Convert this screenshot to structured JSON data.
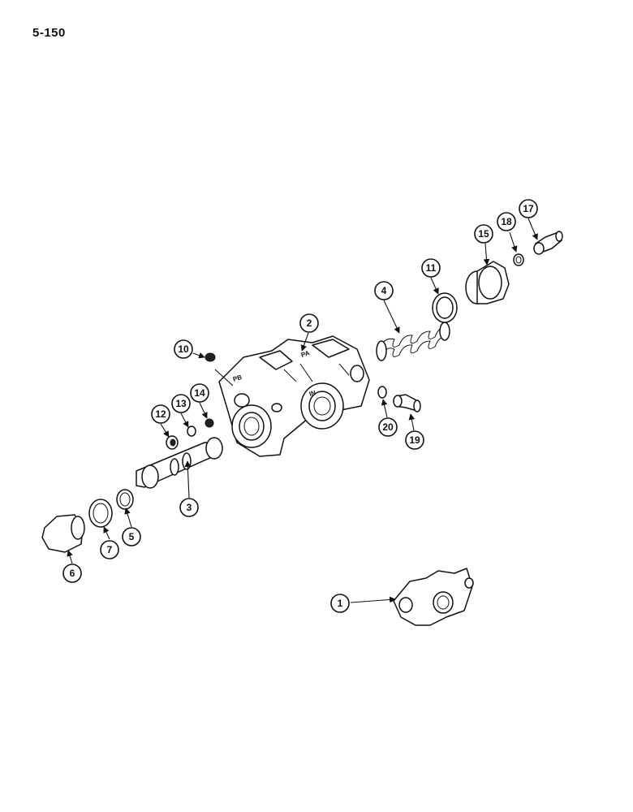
{
  "page_number": "5-150",
  "port_labels": [
    "IN",
    "PB",
    "PA"
  ],
  "callouts": [
    "1",
    "2",
    "3",
    "4",
    "5",
    "6",
    "7",
    "10",
    "11",
    "12",
    "13",
    "14",
    "15",
    "17",
    "18",
    "19",
    "20"
  ]
}
